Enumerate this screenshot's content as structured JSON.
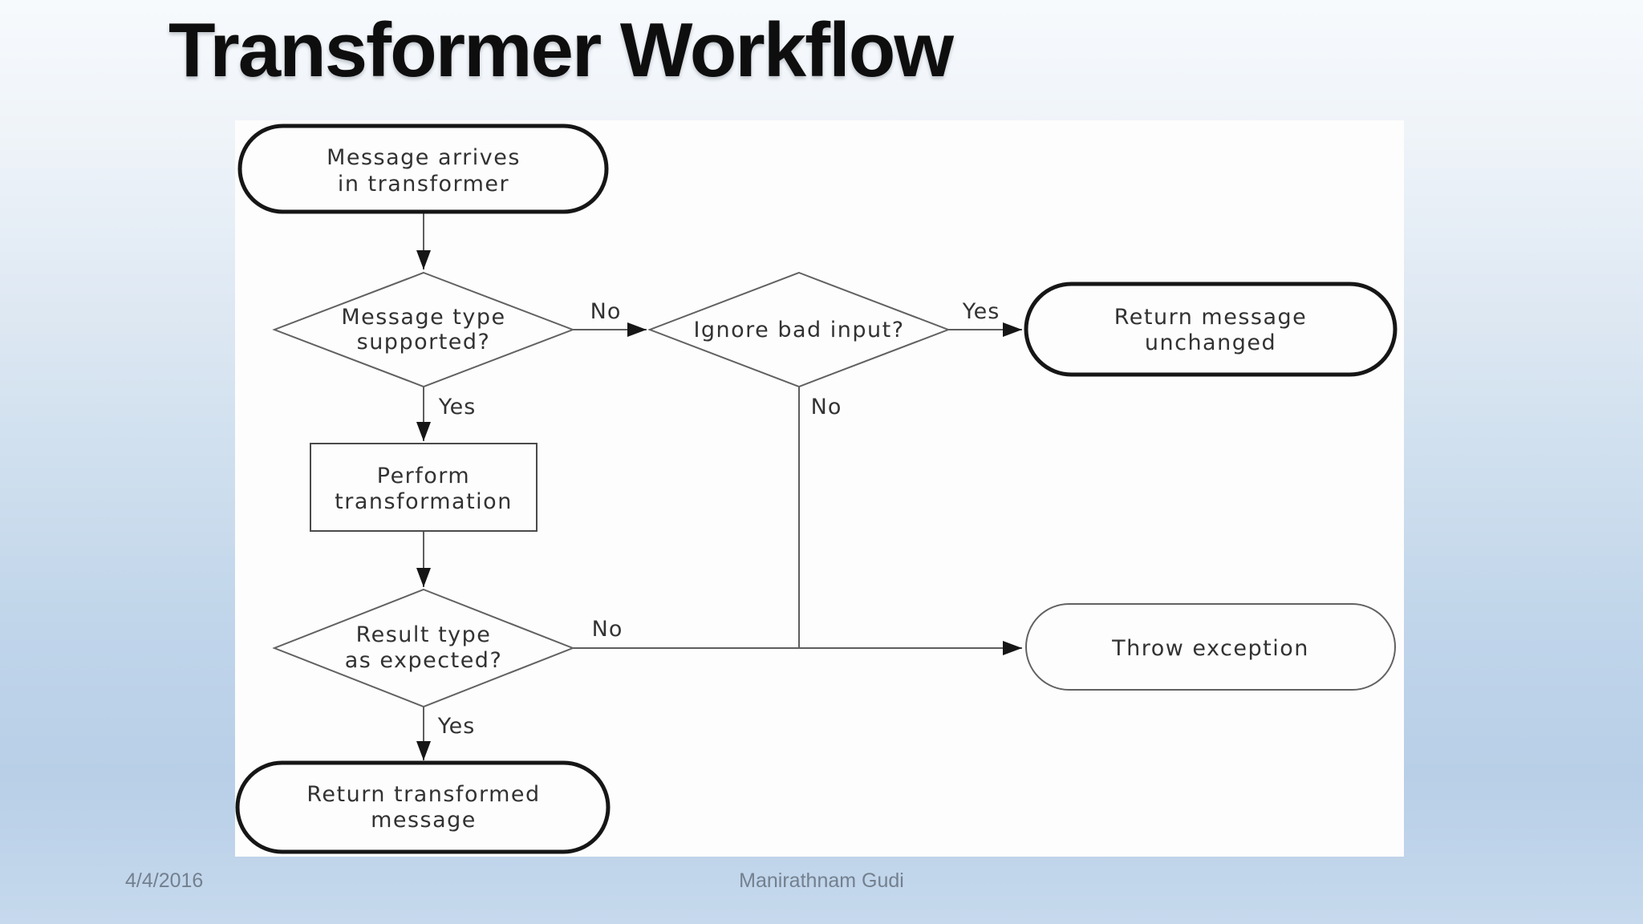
{
  "slide": {
    "title": "Transformer Workflow",
    "footer": {
      "date": "4/4/2016",
      "author": "Manirathnam Gudi"
    },
    "colors": {
      "background_top": "#f7fafd",
      "background_bottom": "#b8cfe7",
      "title_text": "#0e0e0e",
      "footer_text": "#73808f"
    }
  },
  "flowchart": {
    "colors": {
      "canvas": "#fdfdfd",
      "terminator_border": "#161616",
      "shape_border": "#616161",
      "connector": "#5e5e5e",
      "arrowhead": "#161616",
      "text": "#323232"
    },
    "nodes": {
      "start": {
        "type": "terminator",
        "line1": "Message arrives",
        "line2": "in transformer"
      },
      "supported": {
        "type": "decision",
        "line1": "Message type",
        "line2": "supported?"
      },
      "ignore": {
        "type": "decision",
        "line1": "Ignore bad input?"
      },
      "unchanged": {
        "type": "terminator",
        "line1": "Return message",
        "line2": "unchanged"
      },
      "perform": {
        "type": "process",
        "line1": "Perform",
        "line2": "transformation"
      },
      "result": {
        "type": "decision",
        "line1": "Result type",
        "line2": "as expected?"
      },
      "throw": {
        "type": "terminator",
        "line1": "Throw exception"
      },
      "transformed": {
        "type": "terminator",
        "line1": "Return transformed",
        "line2": "message"
      }
    },
    "labels": {
      "supported_no": "No",
      "supported_yes": "Yes",
      "ignore_yes": "Yes",
      "ignore_no": "No",
      "result_no": "No",
      "result_yes": "Yes"
    }
  }
}
